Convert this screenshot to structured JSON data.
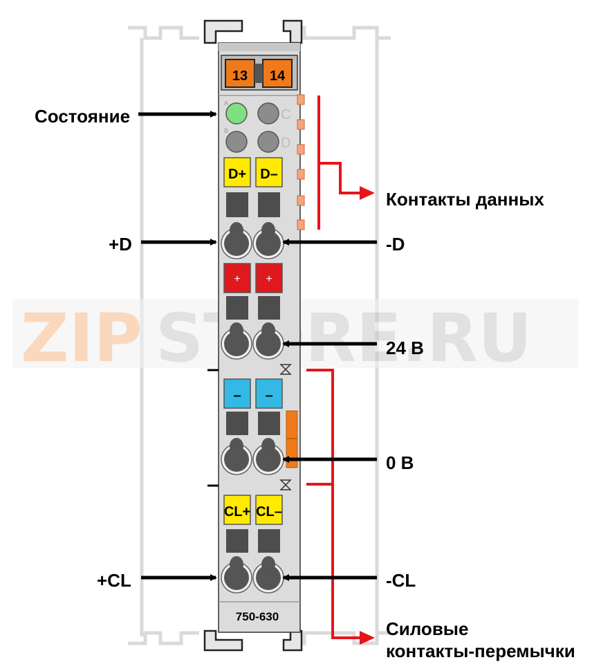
{
  "watermark": {
    "part1": "ZIP",
    "part2": "STORE.RU"
  },
  "module": {
    "model": "750-630",
    "connector_top": [
      "13",
      "14"
    ],
    "led_letters": [
      "A",
      "B",
      "C",
      "D"
    ],
    "clamps": [
      {
        "left": "D+",
        "right": "D–",
        "color": "#ffea00"
      },
      {
        "left": "+",
        "right": "+",
        "color": "#e0191e"
      },
      {
        "left": "–",
        "right": "–",
        "color": "#33b9e6"
      },
      {
        "left": "CL+",
        "right": "CL–",
        "color": "#ffea00"
      }
    ],
    "led_status_color": "#7ee07e"
  },
  "labels": {
    "status": "Состояние",
    "data_contacts": "Контакты данных",
    "plus_d": "+D",
    "minus_d": "-D",
    "v24": "24 В",
    "v0": "0 В",
    "plus_cl": "+CL",
    "minus_cl": "-CL",
    "power_contacts_line1": "Силовые",
    "power_contacts_line2": "контакты-перемычки"
  },
  "colors": {
    "arrow": "#000000",
    "bracket": "#e8131b",
    "orange": "#f07a1a"
  }
}
